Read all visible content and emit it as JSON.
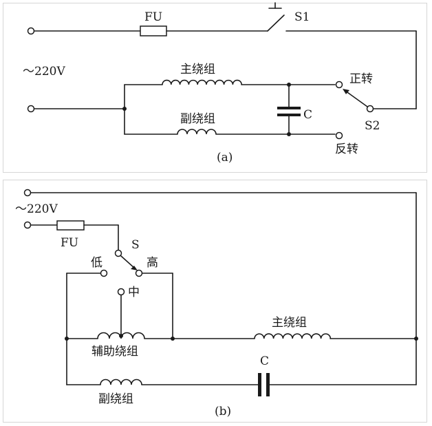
{
  "diagram_a": {
    "caption": "(a)",
    "voltage": "～220V",
    "fuse": "FU",
    "switch_s1": "S1",
    "switch_s2": "S2",
    "main_winding": "主绕组",
    "aux_winding": "副绕组",
    "capacitor": "C",
    "forward": "正转",
    "reverse": "反转"
  },
  "diagram_b": {
    "caption": "(b)",
    "voltage": "～220V",
    "fuse": "FU",
    "switch_s": "S",
    "speed_low": "低",
    "speed_mid": "中",
    "speed_high": "高",
    "auxiliary_winding": "辅助绕组",
    "main_winding": "主绕组",
    "aux_winding": "副绕组",
    "capacitor": "C"
  }
}
